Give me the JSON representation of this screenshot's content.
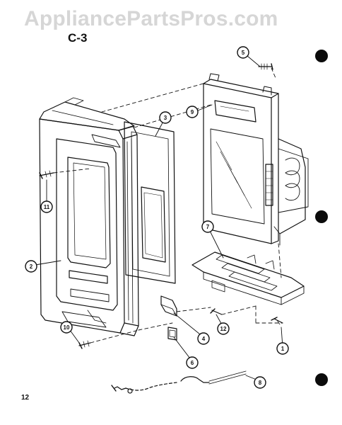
{
  "watermark": "AppliancePartsPros.com",
  "section_code": "C-3",
  "page_number": "12",
  "callouts": [
    {
      "id": "1",
      "label": "1"
    },
    {
      "id": "2",
      "label": "2"
    },
    {
      "id": "3",
      "label": "3"
    },
    {
      "id": "4",
      "label": "4"
    },
    {
      "id": "5",
      "label": "5"
    },
    {
      "id": "6",
      "label": "6"
    },
    {
      "id": "7",
      "label": "7"
    },
    {
      "id": "8",
      "label": "8"
    },
    {
      "id": "9",
      "label": "9"
    },
    {
      "id": "10",
      "label": "10"
    },
    {
      "id": "11",
      "label": "11"
    },
    {
      "id": "12",
      "label": "12"
    }
  ],
  "colors": {
    "ink": "#111111",
    "watermark": "#d6d6d6"
  }
}
